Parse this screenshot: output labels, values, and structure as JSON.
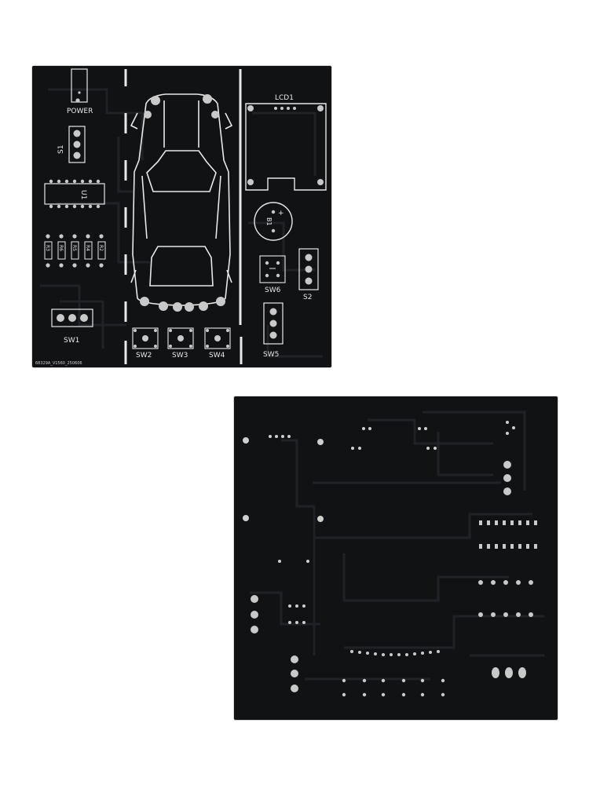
{
  "front_board": {
    "labels": {
      "power": "POWER",
      "s1": "S1",
      "u1": "U1",
      "r3": "R3",
      "r6": "R6",
      "r5": "R5",
      "r4": "R4",
      "r2": "R2",
      "sw1": "SW1",
      "sw2": "SW2",
      "sw3": "SW3",
      "sw4": "SW4",
      "sw5": "SW5",
      "sw6": "SW6",
      "s2": "S2",
      "lcd1": "LCD1",
      "b1": "B1",
      "b1_plus": "+",
      "version": "68329A_V1560_250606"
    }
  },
  "colors": {
    "board": "#111214",
    "silkscreen": "#e8e8e8",
    "trace": "#1e2023",
    "pad": "#c9c9c9",
    "background": "#ffffff"
  }
}
